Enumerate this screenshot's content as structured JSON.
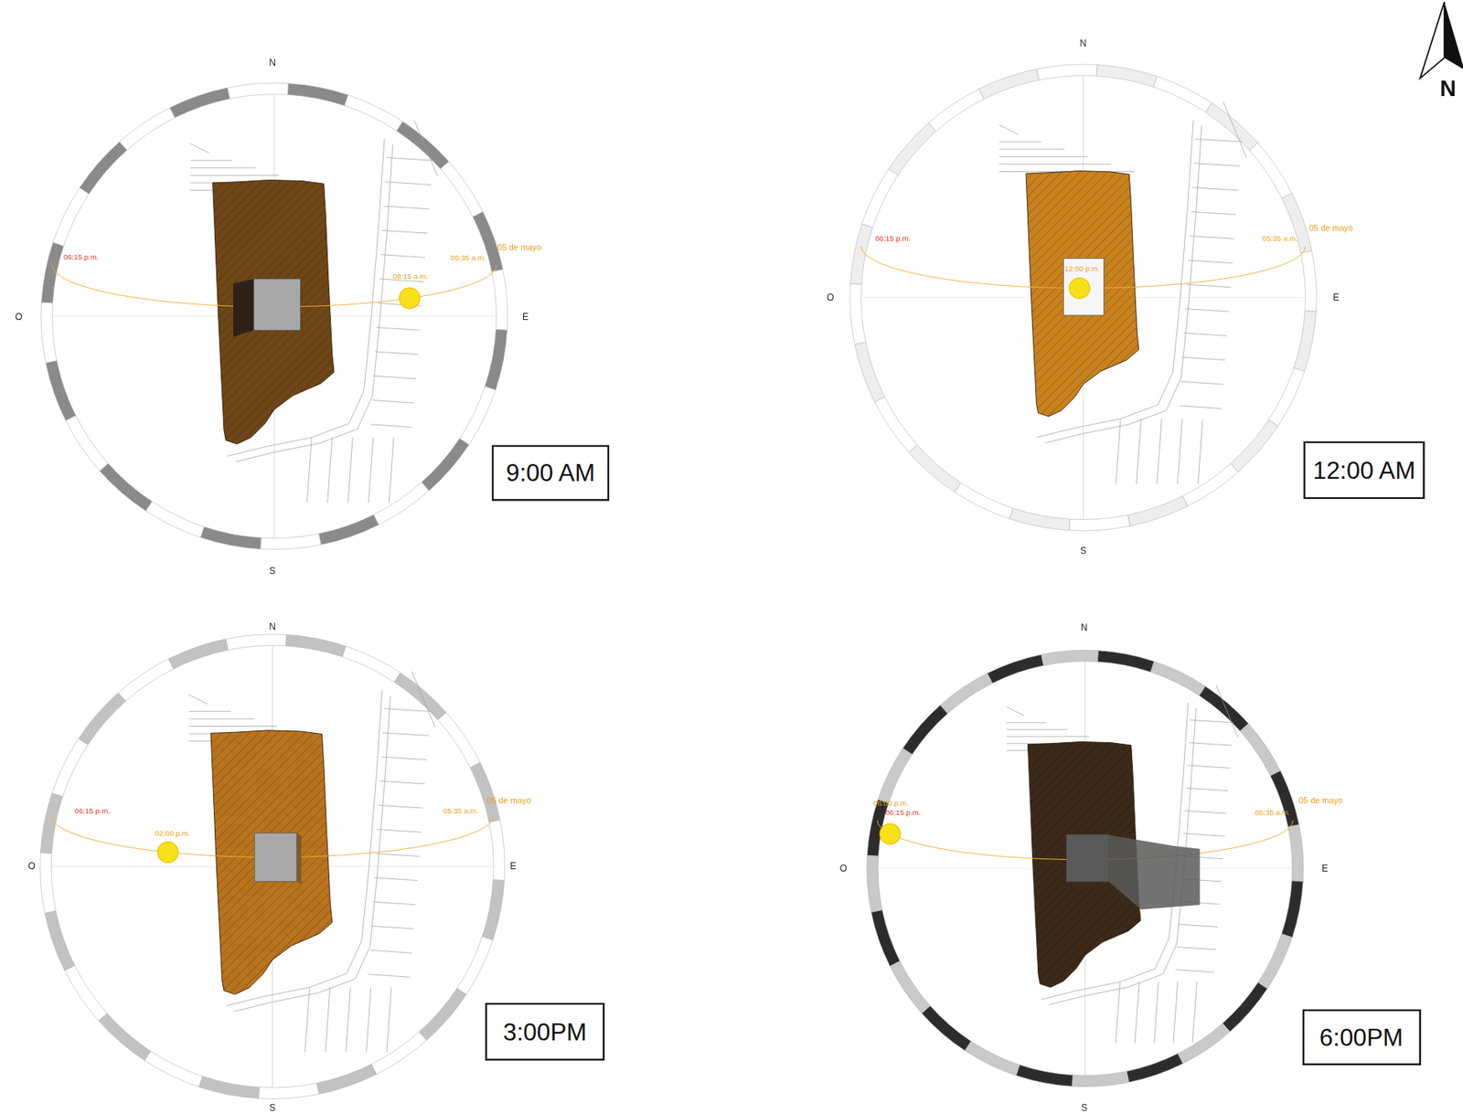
{
  "diagram": {
    "nodes": [
      {
        "text": [
          "9:00 AM"
        ]
      },
      {
        "text": [
          "12:00 AM"
        ]
      },
      {
        "text": [
          "3:00PM"
        ]
      },
      {
        "text": [
          "6:00PM"
        ]
      }
    ],
    "labels": [
      "N",
      "S",
      "O",
      "E",
      "06:15 p.m.",
      "05:35 a.m.",
      "05 de mayo",
      "09:15 a.m.",
      "N",
      "S",
      "O",
      "E",
      "06:15 p.m.",
      "05:35 a.m.",
      "05 de mayo",
      "12:00 p.m.",
      "N",
      "S",
      "O",
      "E",
      "06:15 p.m.",
      "05:35 a.m.",
      "05 de mayo",
      "02:00 p.m.",
      "N",
      "S",
      "O",
      "E",
      "06:00 p.m.",
      "06:15 p.m.",
      "05:35 a.m.",
      "05 de mayo",
      "N"
    ]
  }
}
